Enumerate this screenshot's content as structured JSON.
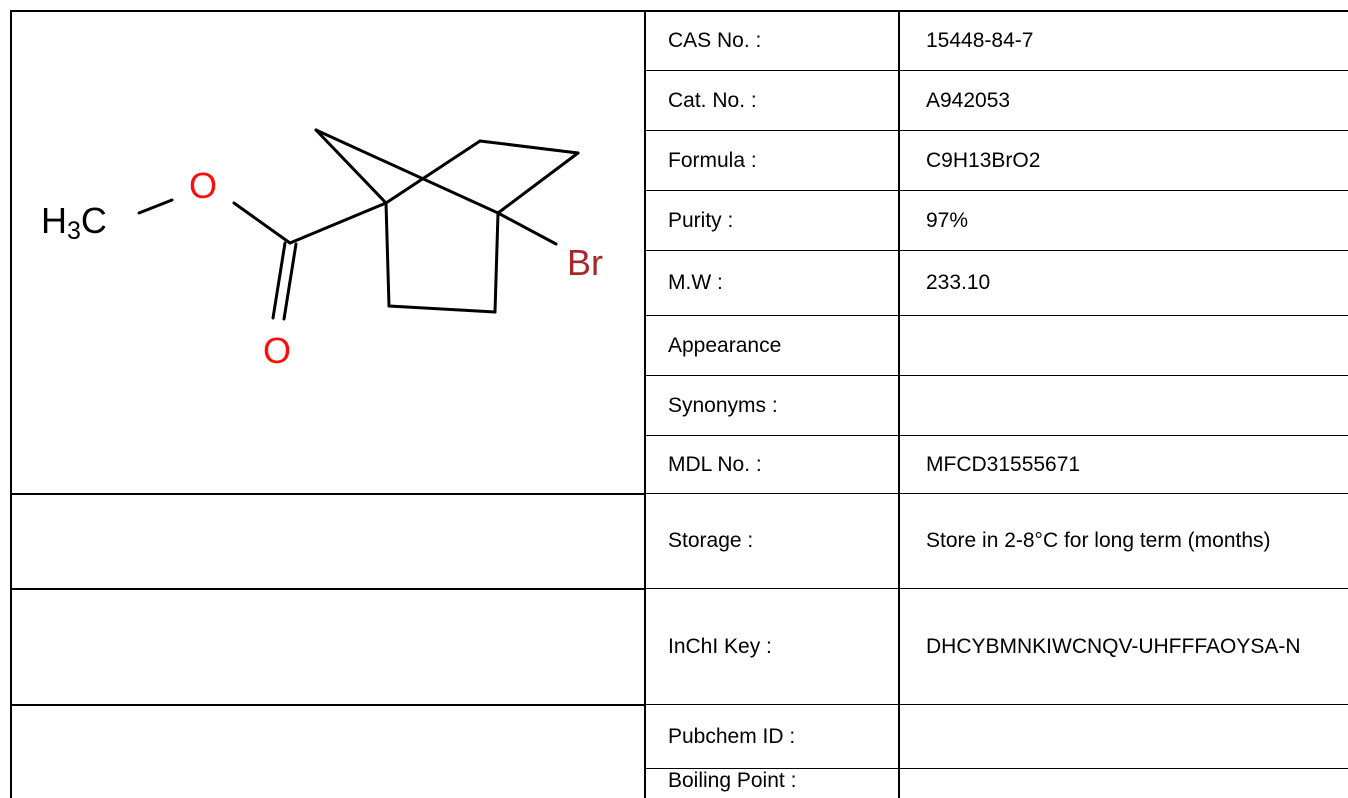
{
  "structure": {
    "atoms": {
      "methyl_h": "H",
      "methyl_sub": "3",
      "methyl_c": "C",
      "ester_oxygen": "O",
      "carbonyl_oxygen": "O",
      "bromine": "Br"
    },
    "colors": {
      "bond": "#000000",
      "oxygen": "#ff0d0d",
      "bromine": "#a62929"
    }
  },
  "properties": [
    {
      "label": "CAS No. :",
      "value": "15448-84-7"
    },
    {
      "label": "Cat. No. :",
      "value": "A942053"
    },
    {
      "label": "Formula :",
      "value": "C9H13BrO2"
    },
    {
      "label": "Purity :",
      "value": "97%"
    },
    {
      "label": "M.W :",
      "value": "233.10"
    },
    {
      "label": "Appearance",
      "value": ""
    },
    {
      "label": "Synonyms :",
      "value": ""
    },
    {
      "label": "MDL No. :",
      "value": "MFCD31555671"
    },
    {
      "label": "Storage :",
      "value": "Store in 2-8°C for long term (months)"
    },
    {
      "label": "InChI Key :",
      "value": "DHCYBMNKIWCNQV-UHFFFAOYSA-N"
    },
    {
      "label": "Pubchem ID :",
      "value": ""
    },
    {
      "label": "Boiling Point :",
      "value": ""
    }
  ]
}
